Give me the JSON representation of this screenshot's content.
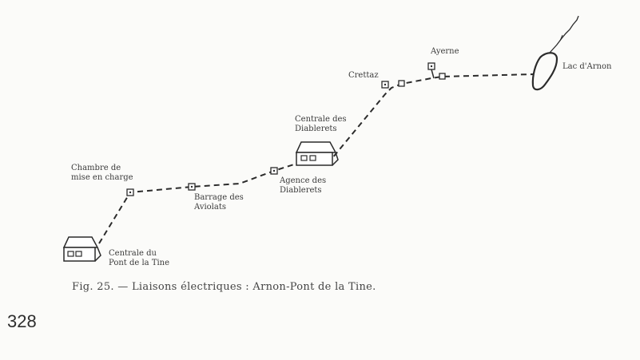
{
  "figure": {
    "labels": {
      "centrale_pont": [
        "Centrale du",
        "Pont de la Tine"
      ],
      "chambre": [
        "Chambre de",
        "mise en charge"
      ],
      "barrage": [
        "Barrage des",
        "Aviolats"
      ],
      "agence": [
        "Agence des",
        "Diablerets"
      ],
      "centrale_diablerets": [
        "Centrale des",
        "Diablerets"
      ],
      "crettaz": "Crettaz",
      "ayerne": "Ayerne",
      "lac": "Lac d'Arnon"
    }
  },
  "caption": "Fig. 25. — Liaisons électriques : Arnon-Pont de la Tine.",
  "page_number": "328"
}
